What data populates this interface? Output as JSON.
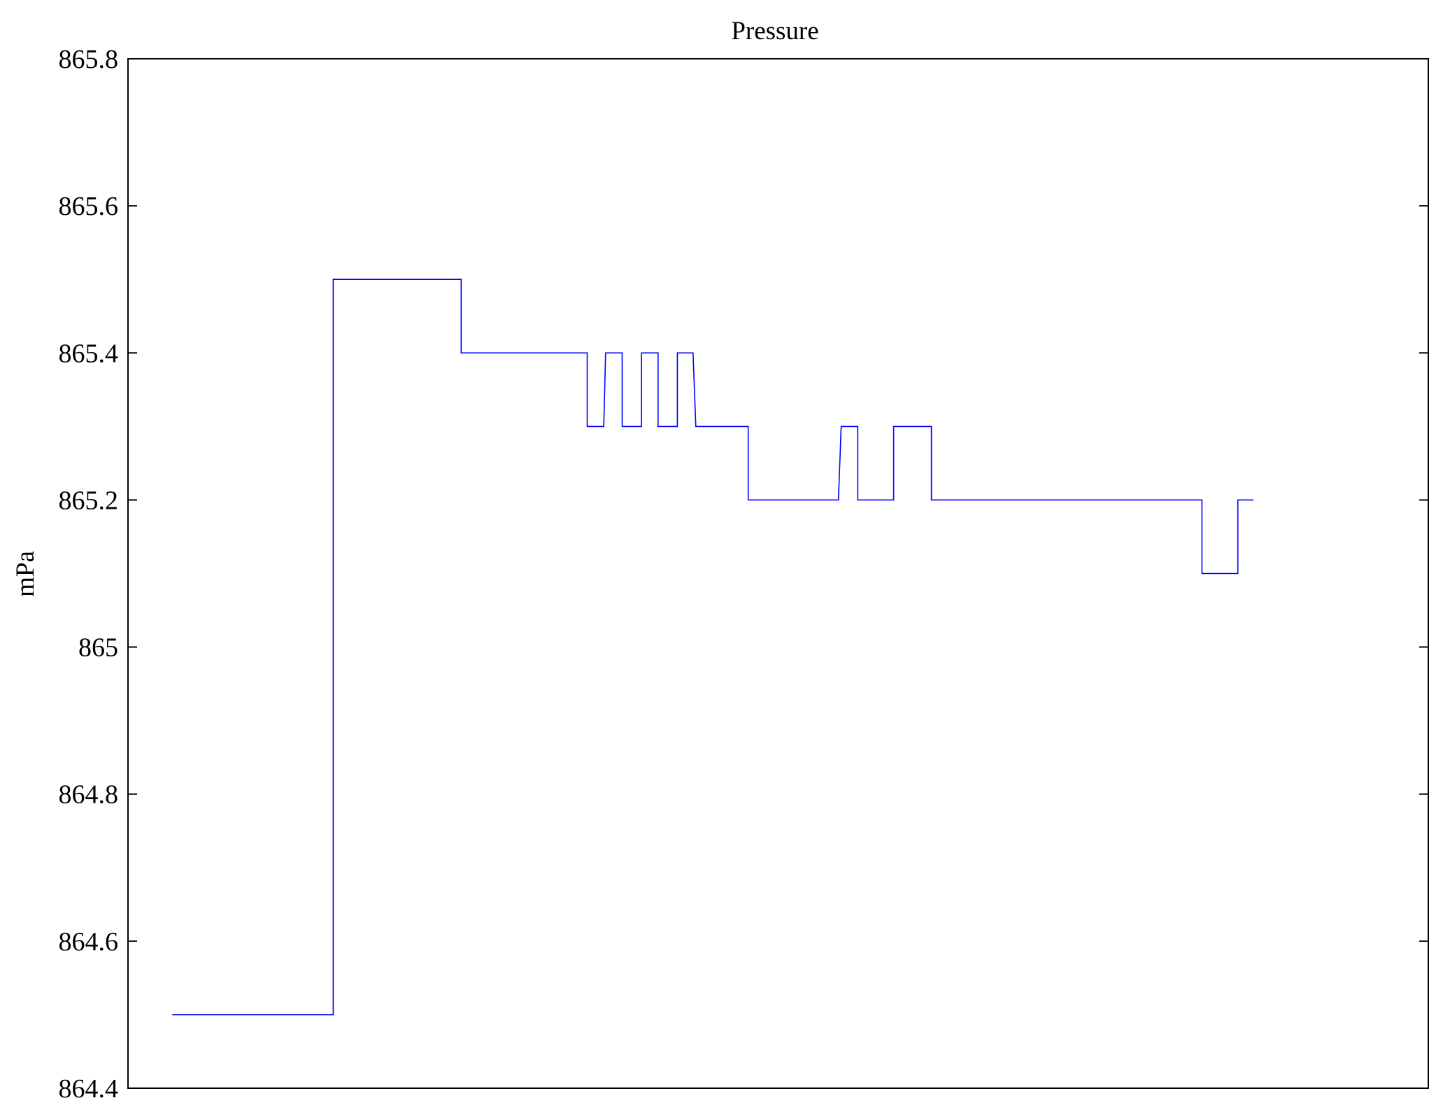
{
  "chart_data": {
    "type": "line",
    "style": "step",
    "title": "Pressure",
    "xlabel": "",
    "ylabel": "mPa",
    "xlim": [
      0,
      1413
    ],
    "ylim": [
      864.4,
      865.8
    ],
    "yticks": [
      864.4,
      864.6,
      864.8,
      865,
      865.2,
      865.4,
      865.6,
      865.8
    ],
    "ytick_labels": [
      "864.4",
      "864.6",
      "864.8",
      "865",
      "865.2",
      "865.4",
      "865.6",
      "865.8"
    ],
    "grid": false,
    "series": [
      {
        "name": "pressure",
        "color": "#0000ff",
        "x": [
          48,
          223,
          223,
          362,
          362,
          499,
          499,
          517,
          519,
          537,
          537,
          558,
          558,
          576,
          576,
          597,
          597,
          614,
          617,
          674,
          674,
          772,
          775,
          793,
          793,
          832,
          832,
          873,
          873,
          1167,
          1167,
          1206,
          1206,
          1223
        ],
        "y": [
          864.5,
          864.5,
          865.5,
          865.5,
          865.4,
          865.4,
          865.3,
          865.3,
          865.4,
          865.4,
          865.3,
          865.3,
          865.4,
          865.4,
          865.3,
          865.3,
          865.4,
          865.4,
          865.3,
          865.3,
          865.2,
          865.2,
          865.3,
          865.3,
          865.2,
          865.2,
          865.3,
          865.3,
          865.2,
          865.2,
          865.1,
          865.1,
          865.2,
          865.2
        ]
      }
    ]
  }
}
